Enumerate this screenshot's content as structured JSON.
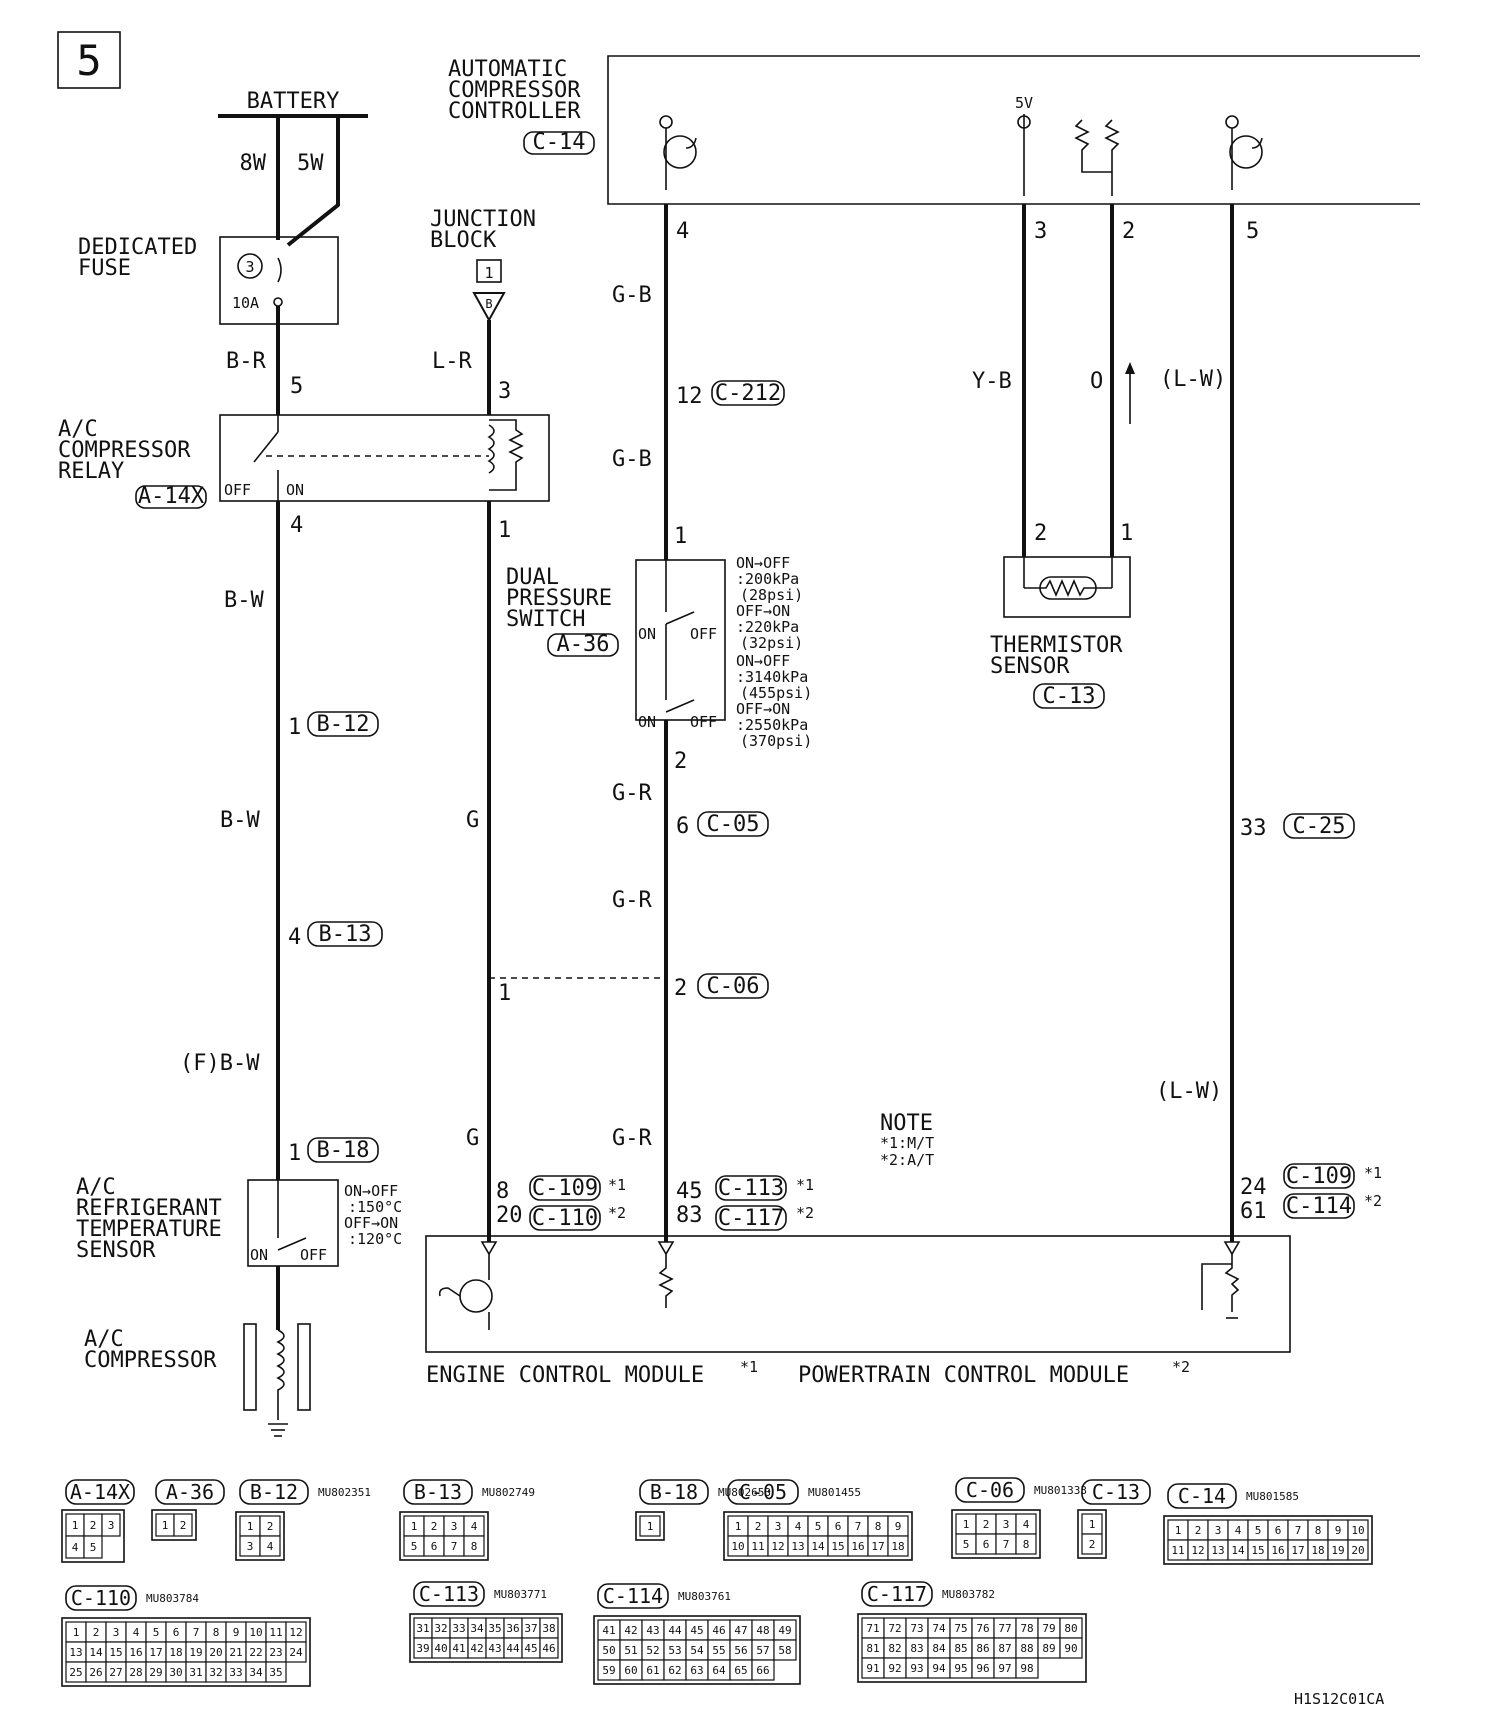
{
  "page_number": "5",
  "diagram_id": "H1S12C01CA",
  "battery": {
    "label": "BATTERY",
    "wire_left": "8W",
    "wire_right": "5W"
  },
  "fuse": {
    "label": [
      "DEDICATED",
      "FUSE"
    ],
    "number": "3",
    "rating": "10A"
  },
  "junction_block": {
    "label": [
      "JUNCTION",
      "BLOCK"
    ],
    "pin": "1",
    "term": "B"
  },
  "compressor_controller": {
    "label": [
      "AUTOMATIC",
      "COMPRESSOR",
      "CONTROLLER"
    ],
    "connector": "C-14",
    "supply": "5V"
  },
  "relay": {
    "label": [
      "A/C",
      "COMPRESSOR",
      "RELAY"
    ],
    "connector": "A-14X",
    "off": "OFF",
    "on": "ON"
  },
  "dual_pressure_switch": {
    "label": [
      "DUAL",
      "PRESSURE",
      "SWITCH"
    ],
    "connector": "A-36",
    "on": "ON",
    "off": "OFF",
    "notes": [
      "ON→OFF",
      ":200kPa",
      "(28psi)",
      "OFF→ON",
      ":220kPa",
      "(32psi)",
      "ON→OFF",
      ":3140kPa",
      "(455psi)",
      "OFF→ON",
      ":2550kPa",
      "(370psi)"
    ]
  },
  "thermistor_sensor": {
    "label": [
      "THERMISTOR",
      "SENSOR"
    ],
    "connector": "C-13"
  },
  "refrigerant_sensor": {
    "label": [
      "A/C",
      "REFRIGERANT",
      "TEMPERATURE",
      "SENSOR"
    ],
    "on": "ON",
    "off": "OFF",
    "notes": [
      "ON→OFF",
      ":150°C",
      "OFF→ON",
      ":120°C"
    ]
  },
  "compressor": {
    "label": [
      "A/C",
      "COMPRESSOR"
    ]
  },
  "note": {
    "title": "NOTE",
    "lines": [
      "*1:M/T",
      "*2:A/T"
    ]
  },
  "modules": {
    "ecm": "ENGINE CONTROL MODULE",
    "ecm_mark": "*1",
    "pcm": "POWERTRAIN CONTROL MODULE",
    "pcm_mark": "*2"
  },
  "wires": {
    "br": "B-R",
    "lr": "L-R",
    "gb1": "G-B",
    "gb2": "G-B",
    "yb": "Y-B",
    "o": "O",
    "lw1": "(L-W)",
    "bw1": "B-W",
    "bw2": "B-W",
    "fbw": "(F)B-W",
    "g1": "G",
    "g2": "G",
    "gr1": "G-R",
    "gr2": "G-R",
    "gr3": "G-R",
    "lw2": "(L-W)"
  },
  "pins": {
    "ctrl4": "4",
    "ctrl3": "3",
    "ctrl2": "2",
    "ctrl5": "5",
    "relay5": "5",
    "relay3": "3",
    "relay4": "4",
    "relay1": "1",
    "c212": "12",
    "dps1": "1",
    "dps2": "2",
    "th2": "2",
    "th1": "1",
    "b12": "1",
    "c05": "6",
    "c25": "33",
    "b13": "4",
    "c06a": "1",
    "c06b": "2",
    "b18": "1",
    "e8": "8",
    "e20": "20",
    "e45": "45",
    "e83": "83",
    "e24": "24",
    "e61": "61"
  },
  "connector_tags": {
    "c212": "C-212",
    "b12": "B-12",
    "c05": "C-05",
    "c25": "C-25",
    "b13": "B-13",
    "c06": "C-06",
    "b18": "B-18",
    "c109a": "C-109",
    "c110": "C-110",
    "c113": "C-113",
    "c117": "C-117",
    "c109b": "C-109",
    "c114": "C-114"
  },
  "marks": {
    "s1": "*1",
    "s2": "*2"
  },
  "legend": [
    {
      "tag": "A-14X",
      "part": "",
      "pins": [
        "1",
        "2",
        "3",
        "4",
        "5"
      ]
    },
    {
      "tag": "A-36",
      "part": "",
      "pins": [
        "1",
        "2"
      ]
    },
    {
      "tag": "B-12",
      "part": "MU802351",
      "pins": [
        "1",
        "2",
        "3",
        "4"
      ]
    },
    {
      "tag": "B-13",
      "part": "MU802749",
      "pins": [
        "1",
        "2",
        "3",
        "4",
        "5",
        "6",
        "7",
        "8"
      ]
    },
    {
      "tag": "B-18",
      "part": "MU802653",
      "pins": [
        "1"
      ]
    },
    {
      "tag": "C-05",
      "part": "MU801455",
      "pins": [
        "1",
        "2",
        "3",
        "4",
        "5",
        "6",
        "7",
        "8",
        "9",
        "10",
        "11",
        "12",
        "13",
        "14",
        "15",
        "16",
        "17",
        "18"
      ]
    },
    {
      "tag": "C-06",
      "part": "MU801333",
      "pins": [
        "1",
        "2",
        "3",
        "4",
        "5",
        "6",
        "7",
        "8"
      ]
    },
    {
      "tag": "C-13",
      "part": "",
      "pins": [
        "1",
        "2"
      ]
    },
    {
      "tag": "C-14",
      "part": "MU801585",
      "pins": [
        "1",
        "2",
        "3",
        "4",
        "5",
        "6",
        "7",
        "8",
        "9",
        "10",
        "11",
        "12",
        "13",
        "14",
        "15",
        "16",
        "17",
        "18",
        "19",
        "20"
      ]
    },
    {
      "tag": "C-110",
      "part": "MU803784",
      "pins": [
        "1",
        "2",
        "3",
        "4",
        "5",
        "6",
        "7",
        "8",
        "9",
        "10",
        "11",
        "12",
        "13",
        "14",
        "15",
        "16",
        "17",
        "18",
        "19",
        "20",
        "21",
        "22",
        "23",
        "24",
        "25",
        "26",
        "27",
        "28",
        "29",
        "30",
        "31",
        "32",
        "33",
        "34",
        "35"
      ]
    },
    {
      "tag": "C-113",
      "part": "MU803771",
      "pins": [
        "31",
        "32",
        "33",
        "34",
        "35",
        "36",
        "37",
        "38",
        "39",
        "40",
        "41",
        "42",
        "43",
        "44",
        "45",
        "46"
      ]
    },
    {
      "tag": "C-114",
      "part": "MU803761",
      "pins": [
        "41",
        "42",
        "43",
        "44",
        "45",
        "46",
        "47",
        "48",
        "49",
        "50",
        "51",
        "52",
        "53",
        "54",
        "55",
        "56",
        "57",
        "58",
        "59",
        "60",
        "61",
        "62",
        "63",
        "64",
        "65",
        "66"
      ]
    },
    {
      "tag": "C-117",
      "part": "MU803782",
      "pins": [
        "71",
        "72",
        "73",
        "74",
        "75",
        "76",
        "77",
        "78",
        "79",
        "80",
        "81",
        "82",
        "83",
        "84",
        "85",
        "86",
        "87",
        "88",
        "89",
        "90",
        "91",
        "92",
        "93",
        "94",
        "95",
        "96",
        "97",
        "98"
      ]
    }
  ]
}
